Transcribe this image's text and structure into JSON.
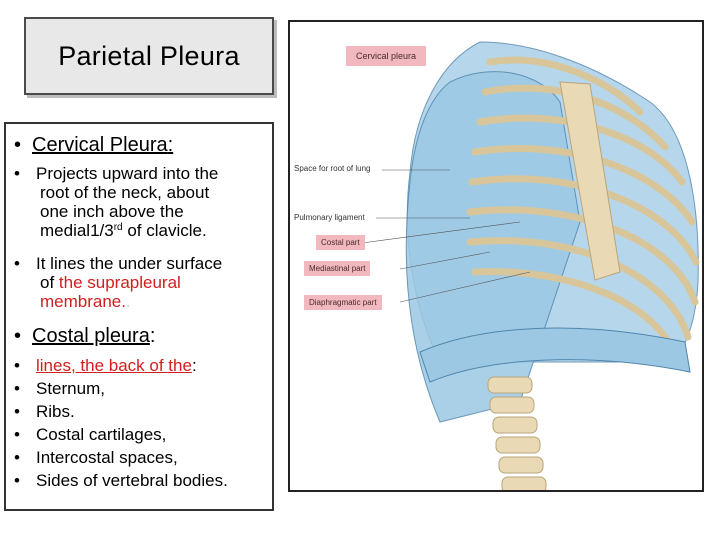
{
  "slide": {
    "title": "Parietal Pleura"
  },
  "content": {
    "cervical_heading": "Cervical Pleura",
    "cervical_colon": ":",
    "bullet_char": "•",
    "cervical_point1": {
      "line1": "Projects upward into the",
      "line2": "root of the neck,  about",
      "line3": "one inch above the",
      "line4_pre": "medial1/3",
      "line4_sup": "rd",
      "line4_post": " of clavicle."
    },
    "cervical_point2": {
      "line1": "It lines the under surface",
      "line2_pre": "of ",
      "line2_red": "the suprapleural",
      "line3_red": "membrane.",
      "line3_post": "."
    },
    "costal_heading": "Costal pleura",
    "costal_colon": ":",
    "costal_items": [
      {
        "pre": " ",
        "red": "lines, the  back of the",
        "post": ":"
      },
      {
        "pre": " Sternum,",
        "red": "",
        "post": ""
      },
      {
        "pre": " Ribs.",
        "red": "",
        "post": ""
      },
      {
        "pre": "Costal cartilages,",
        "red": "",
        "post": ""
      },
      {
        "pre": "Intercostal spaces,",
        "red": "",
        "post": ""
      },
      {
        "pre": "Sides of vertebral bodies.",
        "red": "",
        "post": ""
      }
    ]
  },
  "figure": {
    "labels": {
      "cervical_pleura": "Cervical pleura",
      "space_root_lung": "Space for root of lung",
      "pulmonary_ligament": "Pulmonary ligament",
      "costal_part": "Costal part",
      "mediastinal_part": "Mediastinal part",
      "diaphragmatic_part": "Diaphragmatic part"
    },
    "colors": {
      "pleura": "#9cc8e4",
      "bone": "#e9d9b4",
      "label_bg": "#f1b9bf"
    }
  }
}
